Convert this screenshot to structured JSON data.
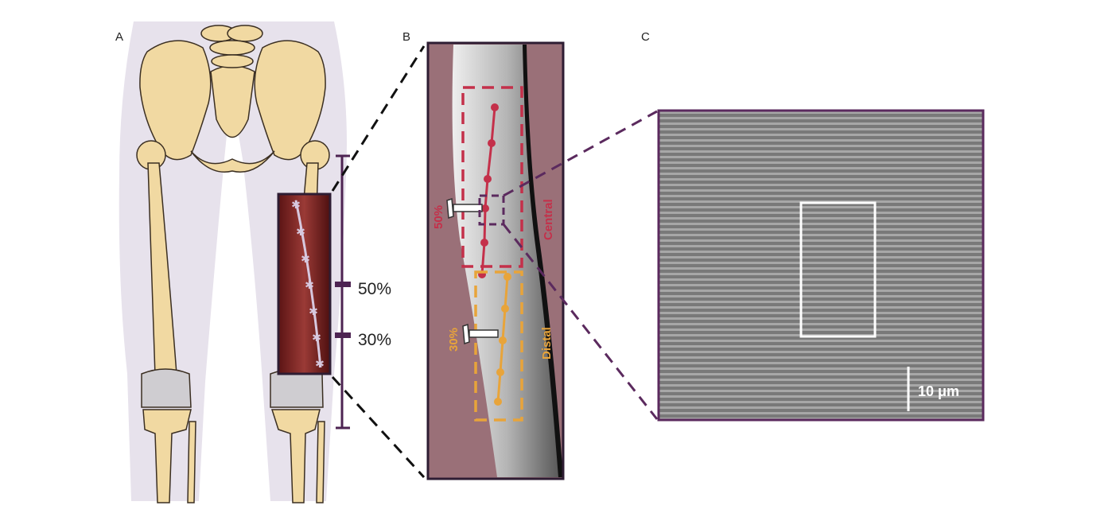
{
  "panels": {
    "a": {
      "letter": "A",
      "marker_upper": "50%",
      "marker_lower": "30%"
    },
    "b": {
      "letter": "B",
      "label_central": "Central",
      "label_distal": "Distal",
      "site_central": "50%",
      "site_distal": "30%"
    },
    "c": {
      "letter": "C",
      "scale_bar": "10 μm"
    }
  },
  "colors": {
    "panel_border": "#3a2440",
    "dashed_purple": "#5b2a5e",
    "central_red": "#c4304a",
    "distal_orange": "#e8a43a",
    "bone": "#f1d9a2",
    "silhouette": "#e6e1ea",
    "muscle": "#7a2323",
    "ultrasound_bg": "#9a7078"
  }
}
